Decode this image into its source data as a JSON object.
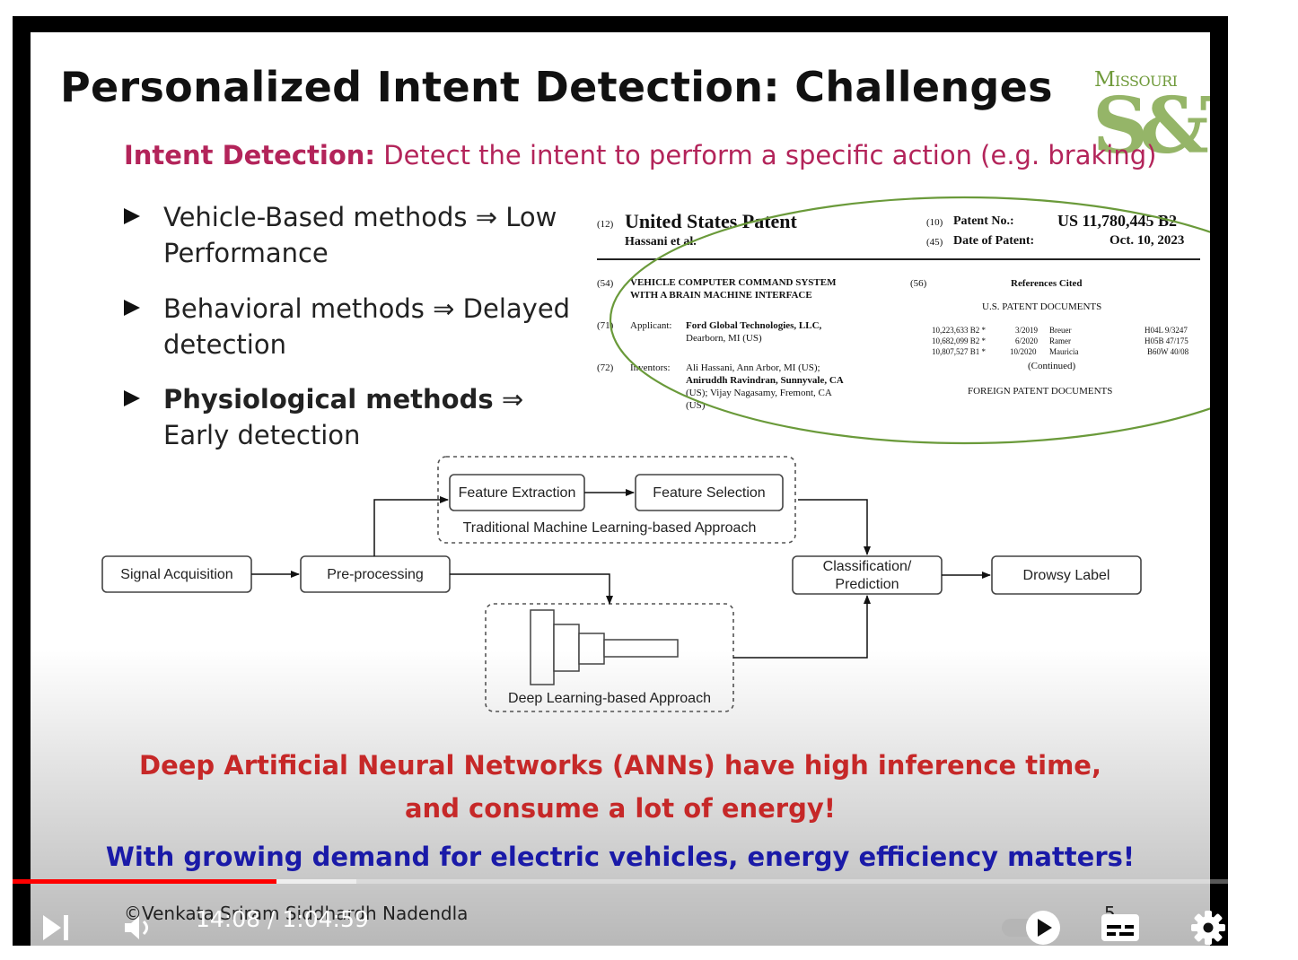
{
  "slide": {
    "title": "Personalized Intent Detection: Challenges",
    "logo_line1": "Missouri",
    "logo_line2": "S&T",
    "intent_label": "Intent Detection:",
    "intent_text": "Detect the intent to perform a specific action (e.g. braking)",
    "bullets": [
      {
        "bold": "",
        "text": "Vehicle-Based methods ⇒ Low Performance"
      },
      {
        "bold": "",
        "text": "Behavioral methods ⇒ Delayed detection"
      },
      {
        "bold": "Physiological methods",
        "text": " ⇒ Early detection"
      }
    ],
    "patent": {
      "n12": "(12)",
      "type": "United States Patent",
      "inventor_short": "Hassani et al.",
      "n10": "(10)",
      "patent_no_label": "Patent No.:",
      "patent_no": "US 11,780,445 B2",
      "n45": "(45)",
      "date_label": "Date of Patent:",
      "date": "Oct. 10, 2023",
      "n54": "(54)",
      "title_line1": "VEHICLE COMPUTER COMMAND SYSTEM",
      "title_line2": "WITH A BRAIN MACHINE INTERFACE",
      "n71": "(71)",
      "applicant_label": "Applicant:",
      "applicant": "Ford Global Technologies, LLC,",
      "applicant_loc": "Dearborn, MI (US)",
      "n72": "(72)",
      "inventors_label": "Inventors:",
      "inv1": "Ali Hassani, Ann Arbor, MI (US);",
      "inv2": "Aniruddh Ravindran, Sunnyvale, CA",
      "inv3": "(US); Vijay Nagasamy, Fremont, CA",
      "inv4": "(US)",
      "n56": "(56)",
      "refs_title": "References Cited",
      "us_docs": "U.S. PATENT DOCUMENTS",
      "refs": [
        {
          "num": "10,223,633 B2 *",
          "date": "3/2019",
          "name": "Breuer",
          "cls": "H04L 9/3247"
        },
        {
          "num": "10,682,099 B2 *",
          "date": "6/2020",
          "name": "Ramer",
          "cls": "H05B 47/175"
        },
        {
          "num": "10,807,527 B1 *",
          "date": "10/2020",
          "name": "Mauricia",
          "cls": "B60W 40/08"
        }
      ],
      "continued": "(Continued)",
      "foreign_docs": "FOREIGN PATENT DOCUMENTS"
    },
    "diagram": {
      "signal": "Signal Acquisition",
      "preproc": "Pre-processing",
      "feat_ext": "Feature Extraction",
      "feat_sel": "Feature Selection",
      "traditional": "Traditional Machine Learning-based Approach",
      "class_line1": "Classification/",
      "class_line2": "Prediction",
      "drowsy": "Drowsy Label",
      "deep": "Deep Learning-based Approach"
    },
    "warning_line1": "Deep Artificial Neural Networks (ANNs) have high inference time,",
    "warning_line2": "and consume a lot of energy!",
    "energy_line": "With growing demand for electric vehicles, energy efficiency matters!",
    "copyright": "©Venkata Sriram Siddhardh Nadendla",
    "page": "5"
  },
  "player": {
    "current_time": "14:08",
    "separator": " / ",
    "duration": "1:04:59",
    "progress_played": 0.217,
    "progress_buffered": 0.283,
    "icons": [
      "next-icon",
      "volume-icon",
      "autoplay-toggle-icon",
      "subtitles-icon",
      "settings-icon"
    ],
    "colors": {
      "played": "#ff0000",
      "accent_intent": "#b3245a",
      "warning": "#c62828",
      "energy": "#1a1aa8",
      "circle": "#6a9a3a"
    }
  }
}
